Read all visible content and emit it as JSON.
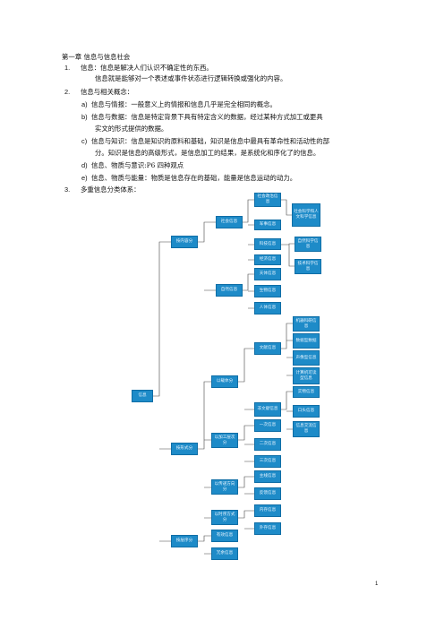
{
  "heading": "第一章  信息与信息社会",
  "items": [
    {
      "num": "1.",
      "text": "信息：信息是解决人们认识不确定性的东西。"
    },
    {
      "num": "",
      "text": "信息就是能够对一个表述或事件状态进行逻辑转换或强化的内容。"
    },
    {
      "num": "2.",
      "text": "信息与相关概念："
    },
    {
      "num": "a)",
      "text": "信息与情报：一般意义上的情报和信息几乎是完全相同的概念。"
    },
    {
      "num": "b)",
      "text": "信息与数据：信息是特定背景下具有特定含义的数据，经过某种方式加工或更具"
    },
    {
      "num": "",
      "text": "实文的形式提供的数据。"
    },
    {
      "num": "c)",
      "text": "信息与知识：信息是知识的原料和基础，知识是信息中最具有革命性和活动性的部"
    },
    {
      "num": "",
      "text": "分。知识是信息的高级形式，是信息加工的结果，是系统化和序化了的信息。"
    },
    {
      "num": "d)",
      "text": "信息、物质与意识:P6     四种观点"
    },
    {
      "num": "e)",
      "text": "信息、物质与能量：物质是信息存在的基础，能量是信息运动的动力。"
    },
    {
      "num": "3.",
      "text": "多重信息分类体系："
    }
  ],
  "tree": {
    "root": "信息",
    "by_content": "按内容分",
    "social": "社会信息",
    "social_political": "社会政治信息",
    "military": "军事信息",
    "science_tech": "科技信息",
    "social_science": "社会科学和人文科学信息",
    "natural_science": "自然科学信息",
    "applied_tech": "技术科学信息",
    "economic": "经济信息",
    "natural": "自然信息",
    "celestial": "天体信息",
    "biological": "生物信息",
    "human_body": "人体信息",
    "by_form": "按形式分",
    "by_carrier": "以载体分",
    "document": "文献信息",
    "scientific_research": "机器科研信息",
    "database": "数据型数据",
    "sound_image": "声像型信息",
    "computer_readable": "计算机可读型信息",
    "non_document": "非文献信息",
    "physical": "实物信息",
    "oral": "口头信息",
    "exchange": "信息交流信息",
    "by_processing": "以加工层次分",
    "primary": "一次信息",
    "secondary": "二次信息",
    "tertiary": "三次信息",
    "by_transmission": "以传递方向分",
    "vertical": "主线信息",
    "feedback": "反馈信息",
    "by_timing": "以时序方式分",
    "internal": "内存信息",
    "external": "外存信息",
    "by_value": "按层序分",
    "useful": "有效信息",
    "redundant": "冗余信息"
  },
  "page_number": "1"
}
